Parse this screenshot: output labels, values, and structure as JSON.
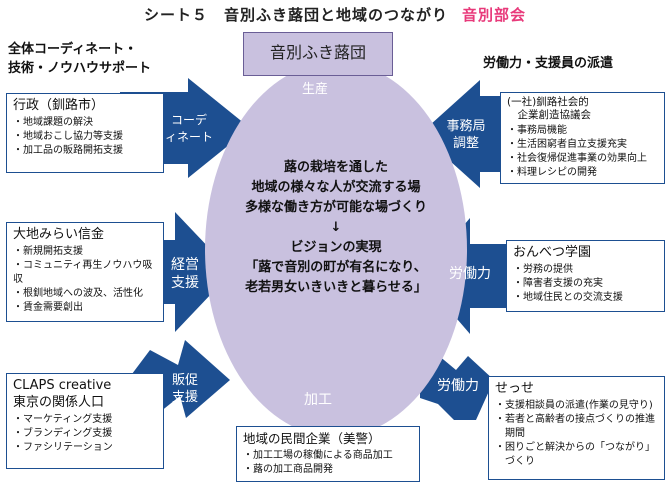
{
  "title": {
    "text": "シート５　音別ふき蕗団と地域のつながり",
    "accent": "音別部会"
  },
  "top_band": "音別ふき蕗団",
  "headers": {
    "left": [
      "全体コーディネート・",
      "技術・ノウハウサポート"
    ],
    "right": "労働力・支援員の派遣"
  },
  "center": [
    "蕗の栽培を通した",
    "地域の様々な人が交流する場",
    "多様な働き方が可能な場づくり",
    "↓",
    "ビジョンの実現",
    "「蕗で音別の町が有名になり、",
    "老若男女いきいきと暮らせる」"
  ],
  "arrows": {
    "seisan": "生産",
    "coordinate": [
      "コーデ",
      "ィネート"
    ],
    "keiei": [
      "経営",
      "支援"
    ],
    "hansoku": [
      "販促",
      "支援"
    ],
    "kakou": "加工",
    "jimukyoku": [
      "事務局",
      "調整"
    ],
    "roudou1": "労働力",
    "roudou2": "労働力"
  },
  "boxes": {
    "gyosei": {
      "title": "行政（釧路市）",
      "items": [
        "・地域課題の解決",
        "・地域おこし協力等支援",
        "・加工品の販路開拓支援"
      ]
    },
    "daichi": {
      "title": "大地みらい信金",
      "items": [
        "・新規開拓支援",
        "・コミュニティ再生ノウハウ吸収",
        "・根釧地域への波及、活性化",
        "・賃金需要創出"
      ]
    },
    "claps": {
      "title": [
        "CLAPS creative",
        "東京の関係人口"
      ],
      "items": [
        "・マーケティング支援",
        "・ブランディング支援",
        "・ファシリテーション"
      ]
    },
    "minkan": {
      "title": "地域の民間企業（美警）",
      "items": [
        "・加工工場の稼働による商品加工",
        "・蕗の加工商品開発"
      ]
    },
    "kushiro": {
      "title": [
        "(一社)釧路社会的",
        "　企業創造協議会"
      ],
      "items": [
        "・事務局機能",
        "・生活困窮者自立支援充実",
        "・社会復帰促進事業の効果向上",
        "・料理レシピの開発"
      ]
    },
    "onbetsu": {
      "title": "おんべつ学園",
      "items": [
        "・労務の提供",
        "・障害者支援の充実",
        "・地域住民との交流支援"
      ]
    },
    "sese": {
      "title": "せっせ",
      "items": [
        "・支援相談員の派遣(作業の見守り)",
        "・若者と高齢者の接点づくりの推進",
        "　期間",
        "・困りごと解決からの「つながり」",
        "　づくり"
      ]
    }
  },
  "colors": {
    "arrow": "#1d4f91",
    "circle": "#c9c1df",
    "accent": "#e8397a"
  }
}
